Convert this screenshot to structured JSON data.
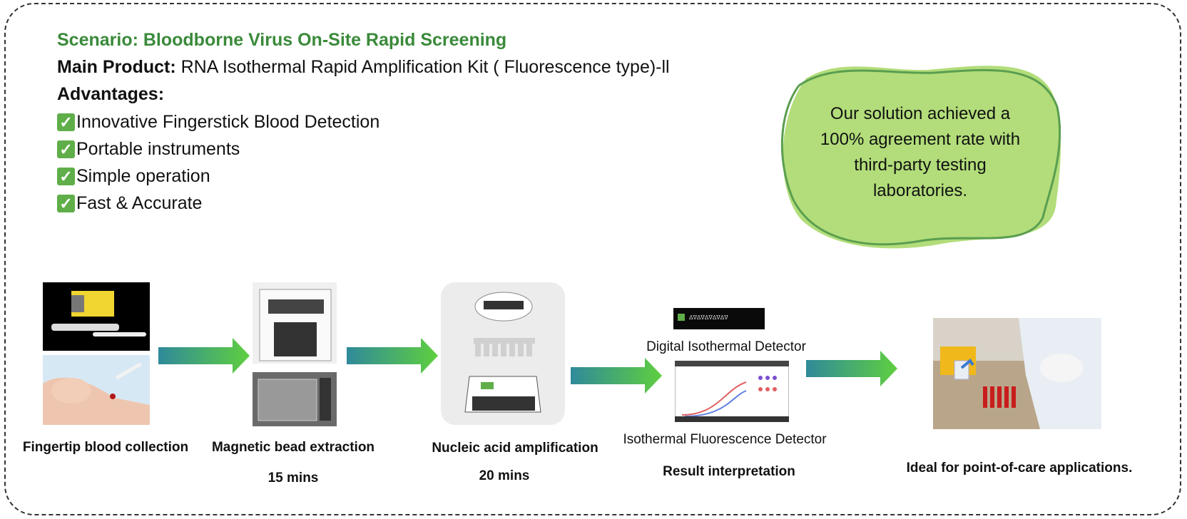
{
  "header": {
    "scenario": "Scenario: Bloodborne Virus On-Site Rapid Screening",
    "main_product_label": "Main Product:",
    "main_product_value": " RNA  Isothermal Rapid Amplification Kit ( Fluorescence type)-ll",
    "advantages_title": "Advantages:",
    "advantages": [
      "Innovative Fingerstick Blood Detection",
      "Portable instruments",
      "Simple operation",
      "Fast & Accurate"
    ]
  },
  "callout": {
    "line1": "Our solution achieved a",
    "line2": "100% agreement rate with",
    "line3": "third-party testing",
    "line4": "laboratories."
  },
  "steps": {
    "s1": {
      "label": "Fingertip blood collection"
    },
    "s2": {
      "label": "Magnetic bead extraction",
      "time": "15 mins"
    },
    "s3": {
      "label": "Nucleic acid amplification",
      "time": "20 mins"
    },
    "s4": {
      "label": "Result interpretation",
      "device1": "Digital Isothermal Detector",
      "device2": "Isothermal Fluorescence Detector"
    },
    "s5": {
      "label": "Ideal for point-of-care applications."
    }
  },
  "colors": {
    "accent_green": "#3a8a3a",
    "check_green": "#5fae49",
    "blob_fill": "#b2dd7a",
    "blob_stroke": "#5a9e4f",
    "arrow_start": "#2f8a9a",
    "arrow_end": "#5fcf3f"
  }
}
